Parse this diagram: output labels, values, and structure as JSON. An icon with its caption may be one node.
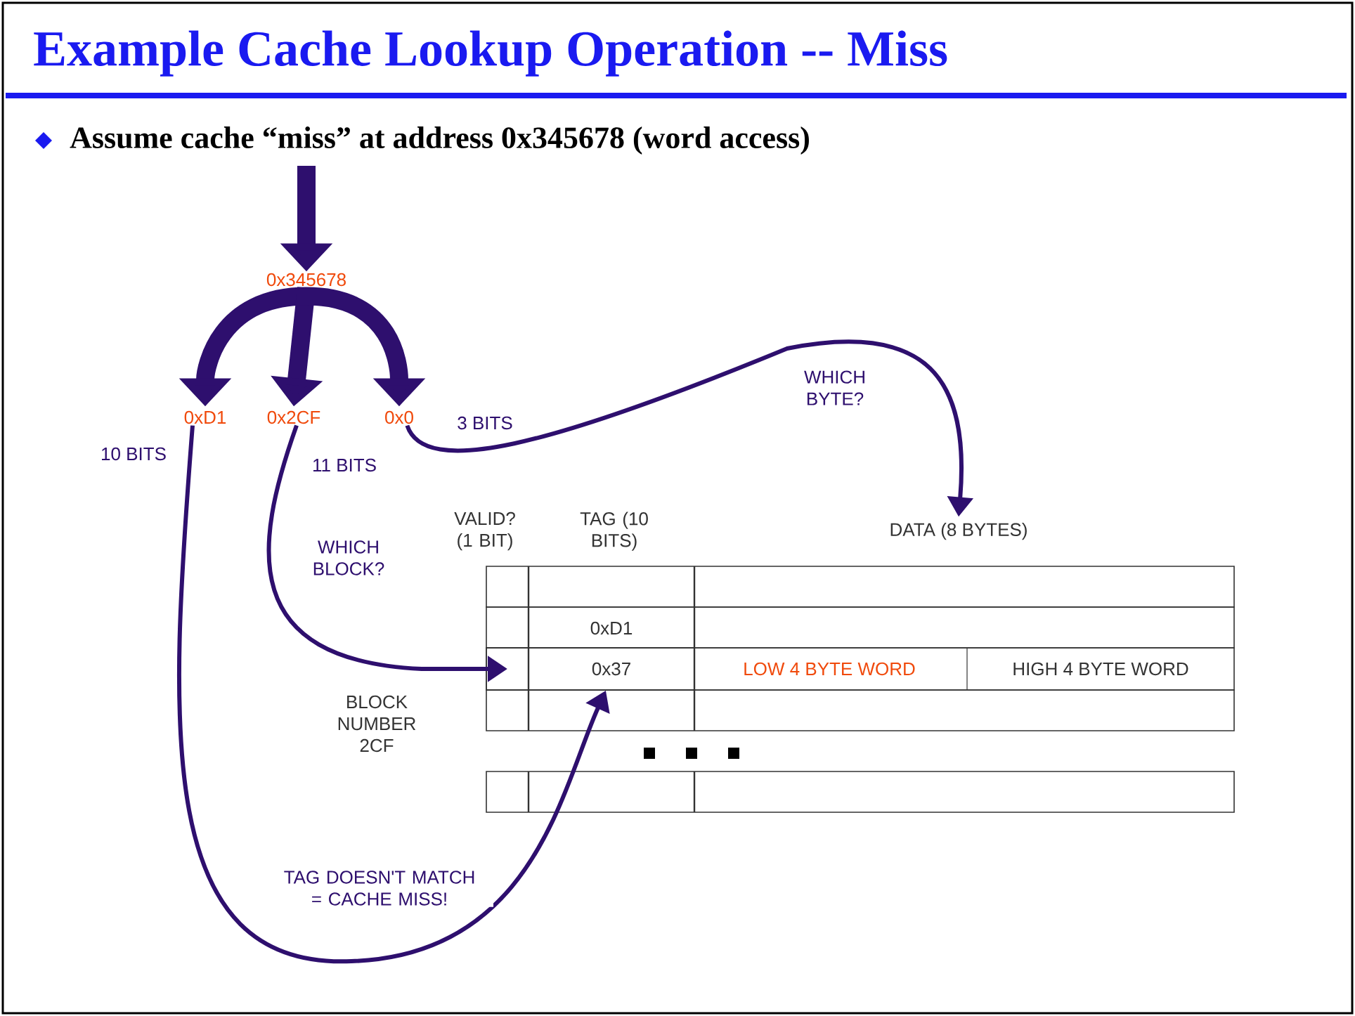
{
  "diagram": {
    "title": "Example Cache Lookup Operation -- Miss",
    "nodes": [
      {
        "text": [
          "0x345678"
        ]
      },
      {
        "text": [
          "0xD1"
        ],
        "beside": [
          "10 BITS"
        ]
      },
      {
        "text": [
          "0x2CF"
        ],
        "beside": [
          "11 BITS"
        ]
      },
      {
        "text": [
          "0x0"
        ],
        "beside": [
          "3 BITS"
        ]
      },
      {
        "text": [
          "DATA (8 BYTES)"
        ]
      },
      {
        "text": [],
        "shape": "box"
      },
      {
        "text": [
          "0x37"
        ]
      }
    ],
    "edges": [
      {
        "from": null,
        "to": 0,
        "arrow": "to"
      },
      {
        "from": 0,
        "to": 1,
        "arrow": "to"
      },
      {
        "from": 0,
        "to": 2,
        "arrow": "to"
      },
      {
        "from": 0,
        "to": 3,
        "arrow": "to"
      },
      {
        "from": 3,
        "to": 4,
        "arrow": "to",
        "label": "WHICH BYTE?"
      },
      {
        "from": 2,
        "to": 5,
        "arrow": "to",
        "label": "WHICH BLOCK?"
      },
      {
        "from": 1,
        "to": 6,
        "arrow": "to",
        "label": "TAG DOESN'T MATCH = CACHE MISS!"
      }
    ],
    "labels": [
      "Assume cache “miss” at address 0x345678  (word access)",
      "VALID? (1 BIT)",
      "TAG (10 BITS)",
      "0xD1",
      "LOW 4 BYTE WORD",
      "HIGH 4 BYTE WORD",
      "BLOCK NUMBER 2CF"
    ]
  }
}
